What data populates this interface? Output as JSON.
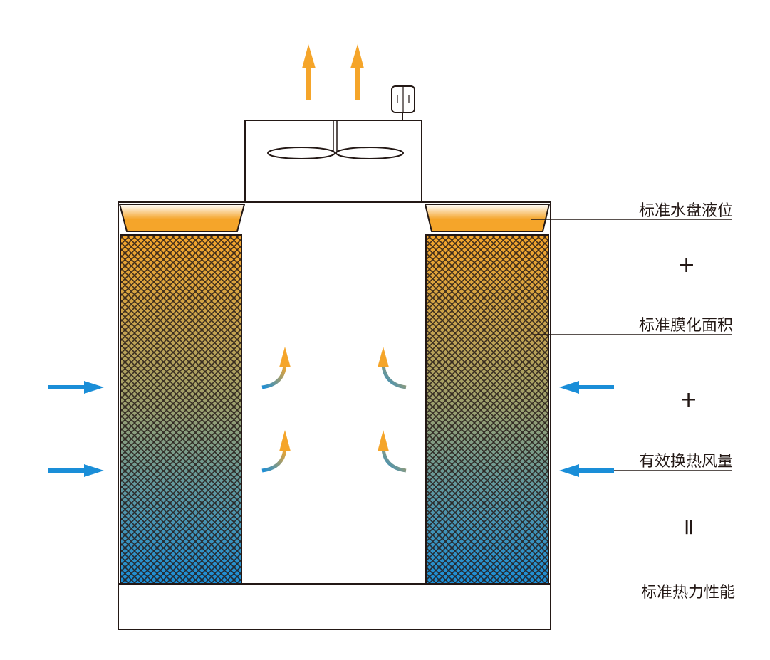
{
  "labels": {
    "tray_level": "标准水盘液位",
    "plus1": "+",
    "fill_area": "标准膜化面积",
    "plus2": "+",
    "airflow": "有效换热风量",
    "equals": "II",
    "performance": "标准热力性能"
  },
  "colors": {
    "orange": "#F5A52A",
    "blue": "#1A8ED8",
    "line": "#231815"
  }
}
